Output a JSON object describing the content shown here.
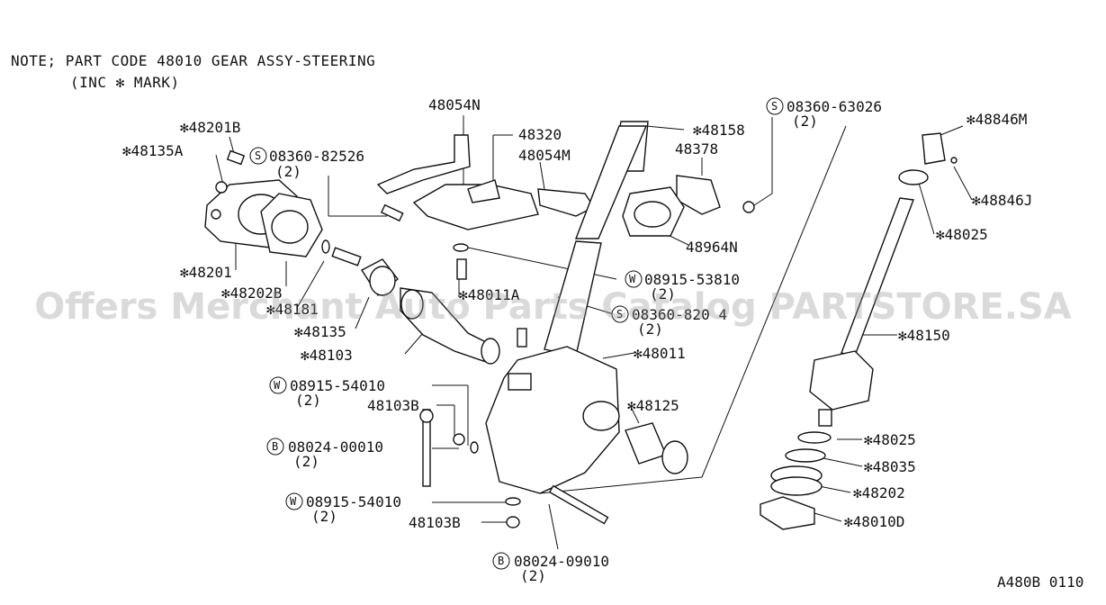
{
  "note": {
    "line1": "NOTE; PART CODE 48010 GEAR ASSY-STEERING",
    "line2": "(INC ✻ MARK)"
  },
  "watermark": "Offers Merchant Auto Parts Catalog PARTSTORE.SA",
  "diagram_code": "A480B 0110",
  "labels": {
    "p48201B": "✻48201B",
    "p48135A": "✻48135A",
    "p48201": "✻48201",
    "p48202B": "✻48202B",
    "p48181": "✻48181",
    "p48135": "✻48135",
    "p48103": "✻48103",
    "p48054N": "48054N",
    "p48320": "48320",
    "p48054M": "48054M",
    "p48158": "✻48158",
    "p48378": "48378",
    "p48964N": "48964N",
    "p48011A": "✻48011A",
    "p48011": "✻48011",
    "p48125": "✻48125",
    "p48103B_a": "48103B",
    "p48103B_b": "48103B",
    "p48846M": "✻48846M",
    "p48846J": "✻48846J",
    "p48025_a": "✻48025",
    "p48150": "✻48150",
    "p48025_b": "✻48025",
    "p48035": "✻48035",
    "p48202": "✻48202",
    "p48010D": "✻48010D"
  },
  "callouts": {
    "s1": {
      "letter": "S",
      "num": "08360-82526",
      "qty": "(2)"
    },
    "s2": {
      "letter": "S",
      "num": "08360-63026",
      "qty": "(2)"
    },
    "w1": {
      "letter": "W",
      "num": "08915-53810",
      "qty": "(2)"
    },
    "s3": {
      "letter": "S",
      "num": "08360-820 4",
      "qty": "(2)"
    },
    "w2": {
      "letter": "W",
      "num": "08915-54010",
      "qty": "(2)"
    },
    "b1": {
      "letter": "B",
      "num": "08024-00010",
      "qty": "(2)"
    },
    "w3": {
      "letter": "W",
      "num": "08915-54010",
      "qty": "(2)"
    },
    "b2": {
      "letter": "B",
      "num": "08024-09010",
      "qty": "(2)"
    }
  }
}
